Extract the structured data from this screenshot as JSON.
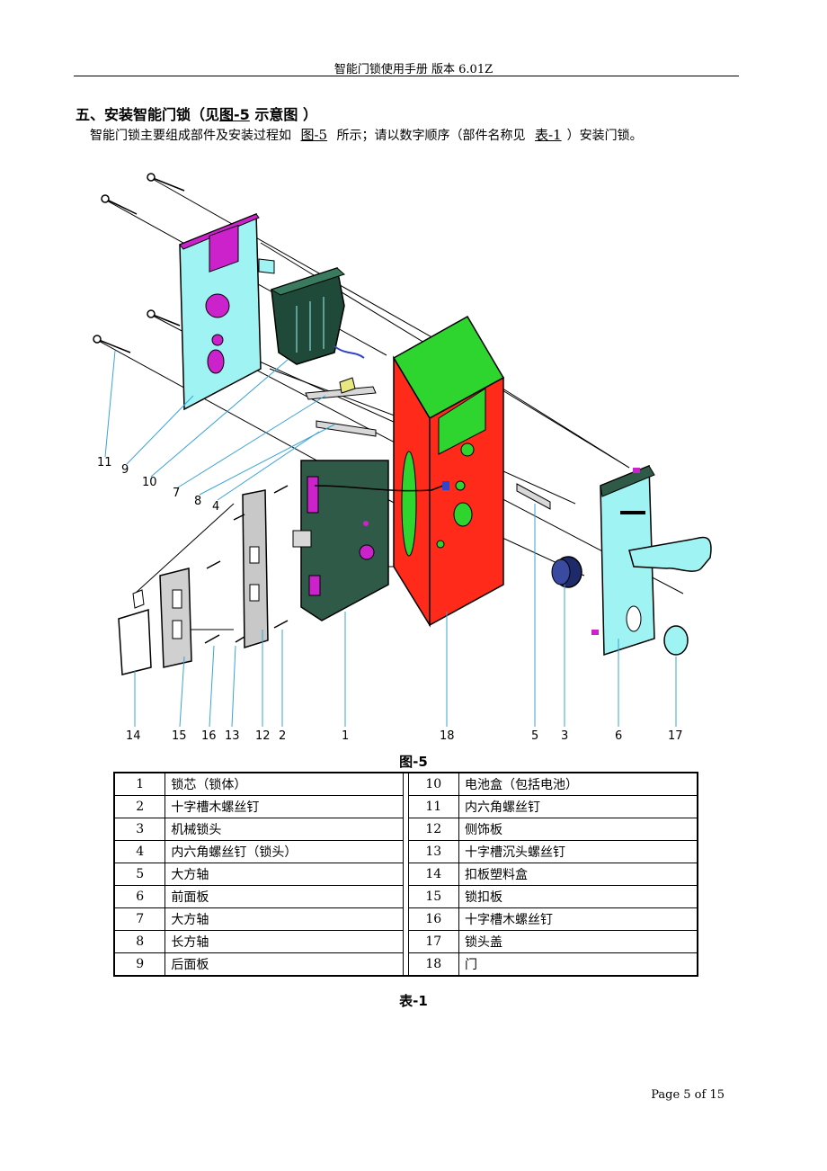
{
  "header": "智能门锁使用手册  版本 6.01Z",
  "section": {
    "prefix": "五、安装智能门锁（见",
    "ref": "图-5",
    "suffix": " 示意图 ）"
  },
  "intro": {
    "text1": "智能门锁主要组成部件及安装过程如",
    "ref1": "图-5",
    "text2": "所示；请以数字顺序（部件名称见",
    "ref2": "表-1",
    "text3": "）安装门锁。"
  },
  "figure_caption": "图-5",
  "table_caption": "表-1",
  "parts": [
    {
      "num": "1",
      "name": "锁芯（锁体）"
    },
    {
      "num": "2",
      "name": "十字槽木螺丝钉"
    },
    {
      "num": "3",
      "name": "机械锁头"
    },
    {
      "num": "4",
      "name": "内六角螺丝钉（锁头）"
    },
    {
      "num": "5",
      "name": "大方轴"
    },
    {
      "num": "6",
      "name": "前面板"
    },
    {
      "num": "7",
      "name": "大方轴"
    },
    {
      "num": "8",
      "name": "长方轴"
    },
    {
      "num": "9",
      "name": "后面板"
    },
    {
      "num": "10",
      "name": "电池盒（包括电池）"
    },
    {
      "num": "11",
      "name": "内六角螺丝钉"
    },
    {
      "num": "12",
      "name": "侧饰板"
    },
    {
      "num": "13",
      "name": "十字槽沉头螺丝钉"
    },
    {
      "num": "14",
      "name": "扣板塑料盒"
    },
    {
      "num": "15",
      "name": "锁扣板"
    },
    {
      "num": "16",
      "name": "十字槽木螺丝钉"
    },
    {
      "num": "17",
      "name": "锁头盖"
    },
    {
      "num": "18",
      "name": "门"
    }
  ],
  "callouts": [
    "11",
    "9",
    "10",
    "7",
    "8",
    "4",
    "14",
    "15",
    "16",
    "13",
    "12",
    "2",
    "1",
    "18",
    "5",
    "3",
    "6",
    "17"
  ],
  "colors": {
    "door": "#ff2a1a",
    "door_top": "#2fd52f",
    "panel": "#9ff3f3",
    "accent": "#cc22cc",
    "lock_body": "#2f5a48"
  },
  "footer": "Page 5 of 15"
}
